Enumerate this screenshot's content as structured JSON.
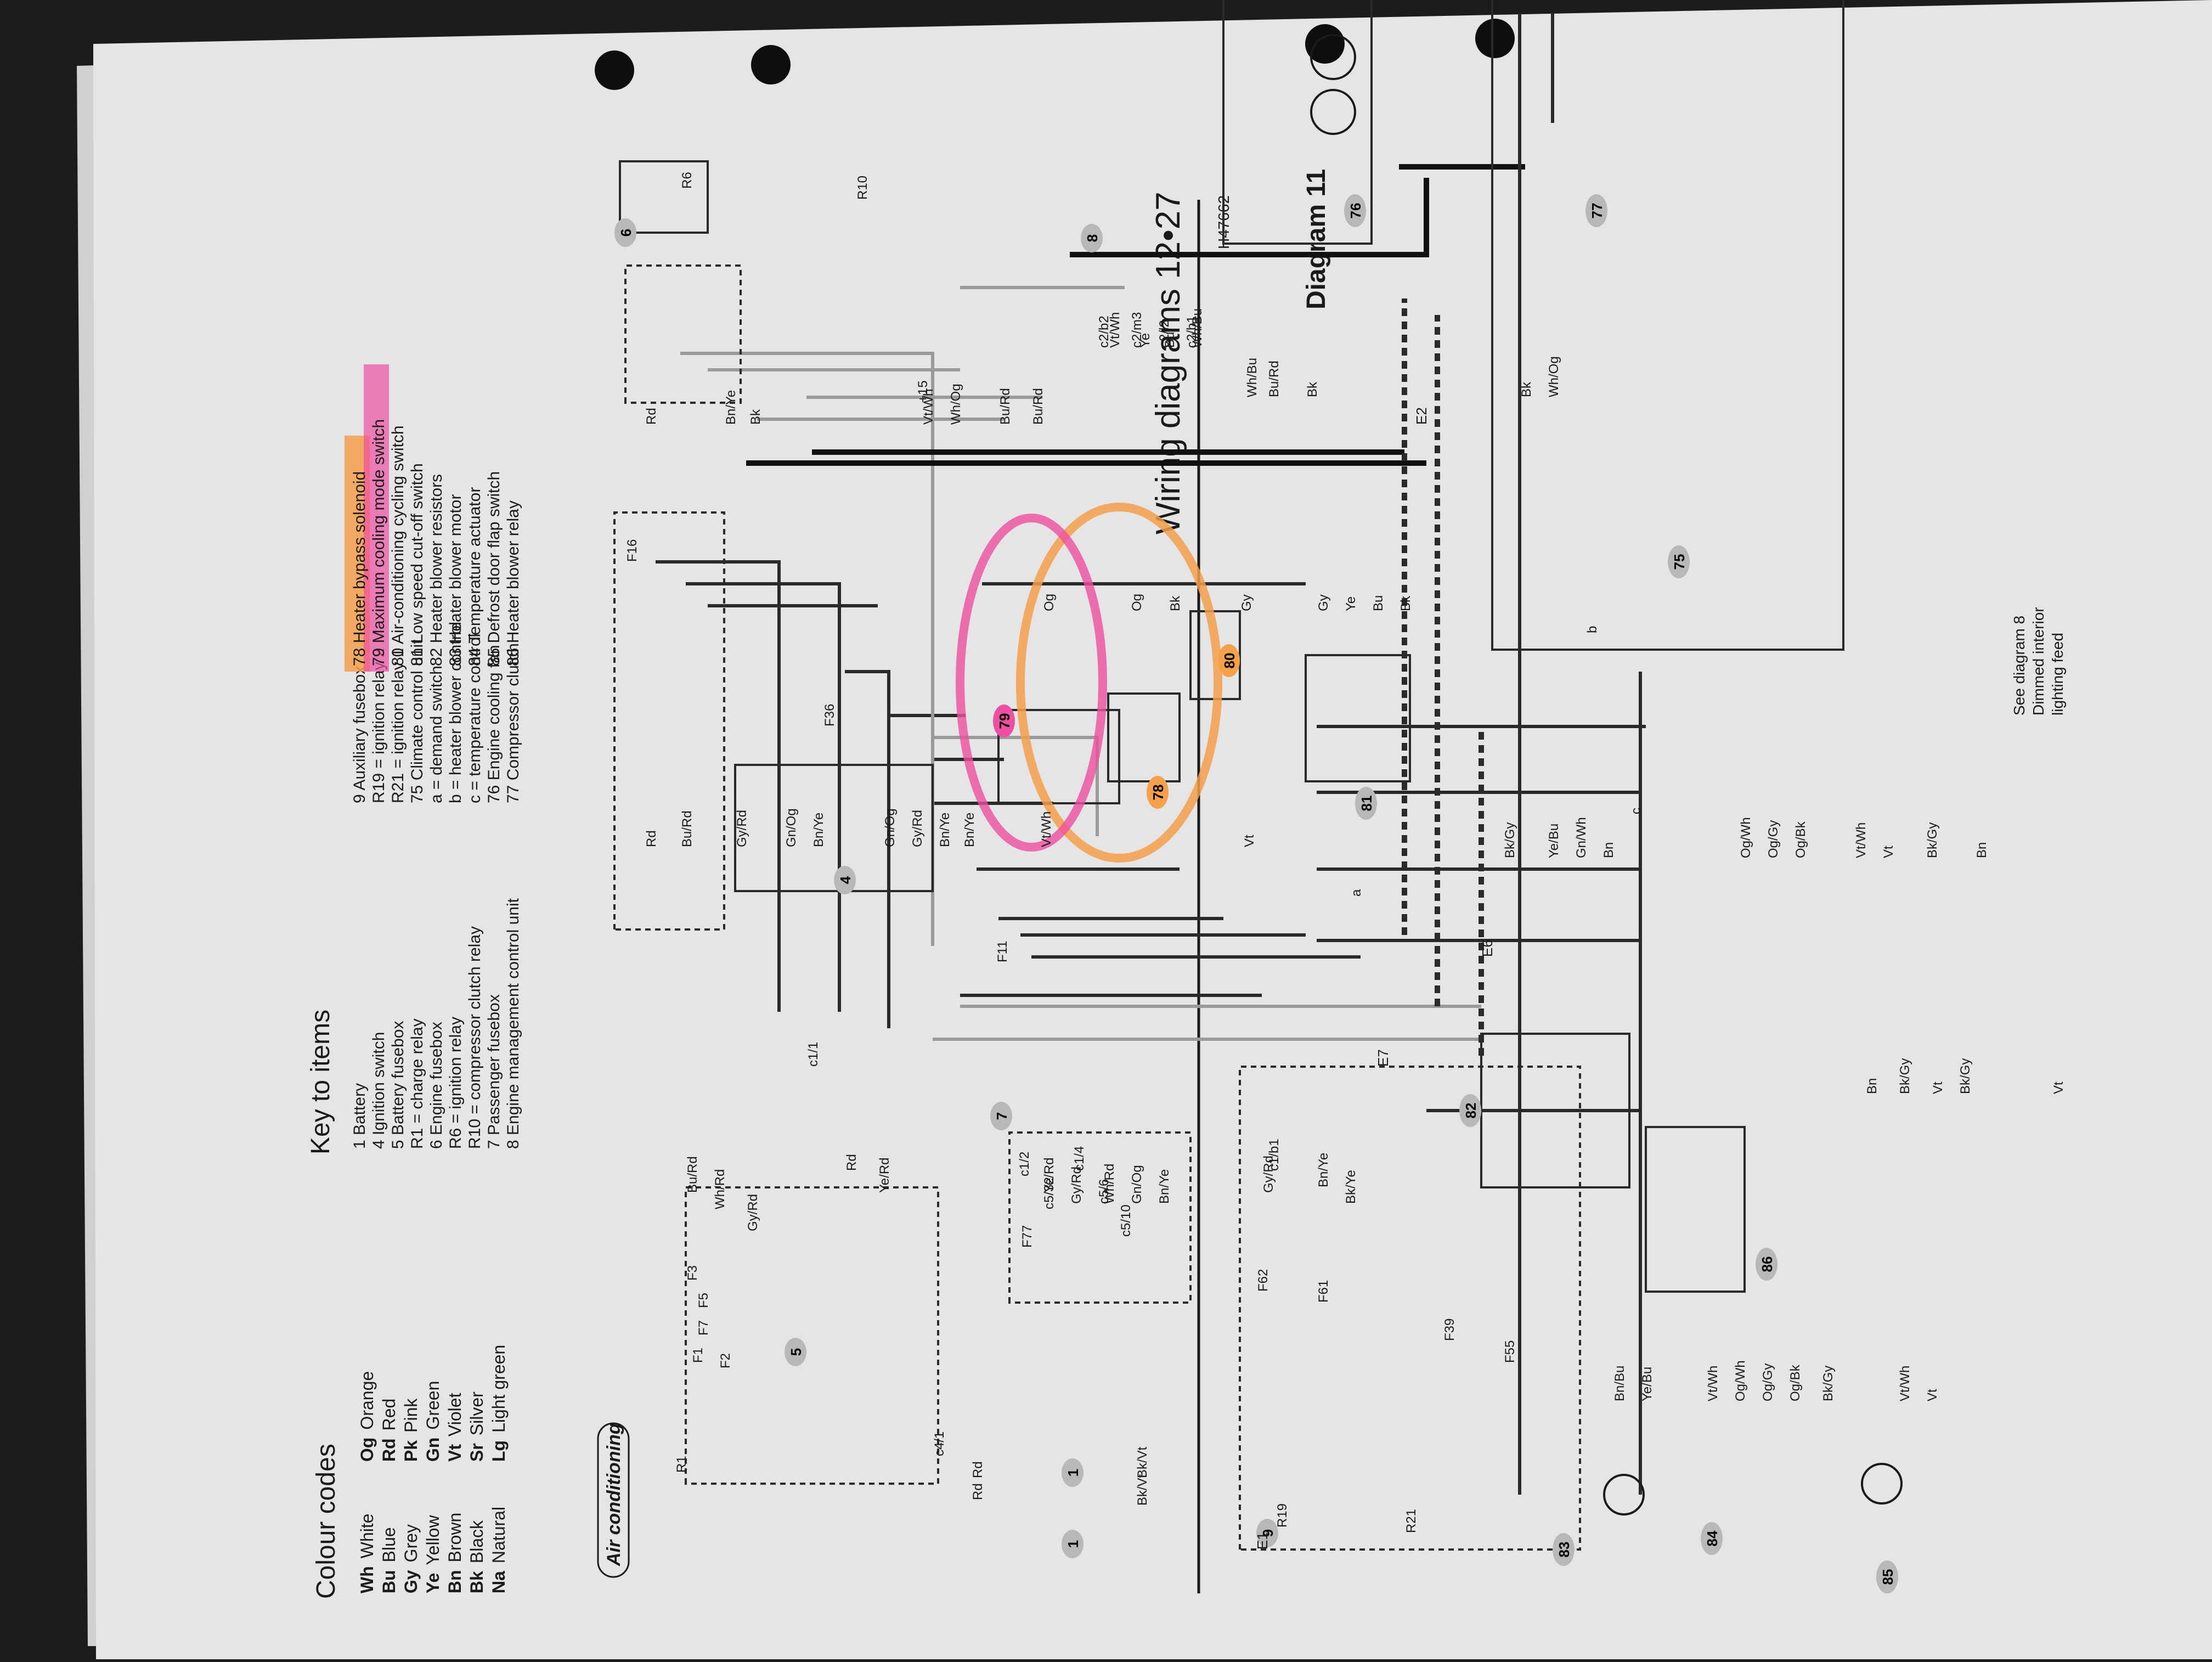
{
  "header": {
    "title": "Wiring diagrams 12•27",
    "diagram": "Diagram 11",
    "ref": "H47662",
    "section": "Air conditioning"
  },
  "colour_codes": {
    "title": "Colour codes",
    "items": [
      {
        "code": "Wh",
        "name": "White"
      },
      {
        "code": "Bu",
        "name": "Blue"
      },
      {
        "code": "Gy",
        "name": "Grey"
      },
      {
        "code": "Ye",
        "name": "Yellow"
      },
      {
        "code": "Bn",
        "name": "Brown"
      },
      {
        "code": "Bk",
        "name": "Black"
      },
      {
        "code": "Na",
        "name": "Natural"
      },
      {
        "code": "Og",
        "name": "Orange"
      },
      {
        "code": "Rd",
        "name": "Red"
      },
      {
        "code": "Pk",
        "name": "Pink"
      },
      {
        "code": "Gn",
        "name": "Green"
      },
      {
        "code": "Vt",
        "name": "Violet"
      },
      {
        "code": "Sr",
        "name": "Silver"
      },
      {
        "code": "Lg",
        "name": "Light green"
      }
    ]
  },
  "key": {
    "title": "Key to items",
    "columns": [
      [
        "1  Battery",
        "4  Ignition switch",
        "5  Battery fusebox",
        "     R1  =  charge relay",
        "6  Engine fusebox",
        "     R6  =  ignition relay",
        "     R10 =  compressor clutch relay",
        "7  Passenger fusebox",
        "8  Engine management control unit"
      ],
      [
        "9  Auxiliary fusebox",
        "     R19 =  ignition relay 2",
        "     R21 =  ignition relay 1",
        "75 Climate control unit",
        "     a  =  demand switch",
        "     b  =  heater blower control",
        "     c  =  temperature control",
        "76 Engine cooling fan",
        "77 Compressor clutch"
      ],
      [
        "78 Heater bypass solenoid",
        "79 Maximum cooling mode switch",
        "80 Air-conditioning cycling switch",
        "81 Low speed cut-off switch",
        "82 Heater blower resistors",
        "83 Heater blower motor",
        "84 Temperature actuator",
        "85 Defrost door flap switch",
        "86 Heater blower relay"
      ]
    ]
  },
  "components": {
    "n1": "1",
    "n4": "4",
    "n5": "5",
    "n6": "6",
    "n7": "7",
    "n8": "8",
    "n9": "9",
    "n75": "75",
    "n76": "76",
    "n77": "77",
    "n78": "78",
    "n79": "79",
    "n80": "80",
    "n81": "81",
    "n82": "82",
    "n83": "83",
    "n84": "84",
    "n85": "85",
    "n86": "86",
    "earths": [
      "E1",
      "E2",
      "E6",
      "E7"
    ],
    "fuses": [
      "F1",
      "F2",
      "F3",
      "F5",
      "F7",
      "F11",
      "F16",
      "F36",
      "F39",
      "F55",
      "F61",
      "F62",
      "F77"
    ],
    "relays": [
      "R1",
      "R6",
      "R10",
      "R19",
      "R21"
    ],
    "sub": [
      "a",
      "b",
      "c"
    ],
    "connectors": [
      "c1/1",
      "c4/1",
      "c1/2",
      "c5/32",
      "c1/4",
      "c5/6",
      "c5/10",
      "c1/b1",
      "c2/b2",
      "c2/m3",
      "c2/l2",
      "c2/b1",
      "+15"
    ]
  },
  "wires": {
    "left_bank": [
      "Bu/Rd",
      "Wh/Rd",
      "Gy/Rd",
      "Rd",
      "Ye/Rd",
      "Ye/Rd",
      "Gy/Rd",
      "Wh/Rd",
      "Gn/Og",
      "Bn/Ye",
      "Gy/Rd",
      "Bn/Ye",
      "Bk/Ye"
    ],
    "battery": [
      "Rd",
      "Bk/Vt",
      "Rd",
      "Bk/Vt"
    ],
    "mid": [
      "Rd",
      "Bu/Rd",
      "Gy/Rd",
      "Gn/Og",
      "Bn/Ye",
      "Gn/Og",
      "Gy/Rd",
      "Bn/Ye",
      "Bn/Ye",
      "Vt/Wh",
      "Vt"
    ],
    "fan": [
      "Rd",
      "Bn/Ye",
      "Bk",
      "Vt/Wh",
      "Wh/Og",
      "Bu/Rd",
      "Bu/Rd",
      "Vt/Wh",
      "Ye",
      "Bu",
      "Wh/Bu",
      "Wh/Bu",
      "Bu/Rd",
      "Bk",
      "Bk",
      "Wh/Og"
    ],
    "switches": [
      "Og",
      "Og",
      "Bk",
      "Gy",
      "Gy",
      "Ye",
      "Bu",
      "Bk"
    ],
    "ccu": [
      "Bk/Gy",
      "Ye/Bu",
      "Gn/Wh",
      "Bn",
      "Og/Wh",
      "Og/Gy",
      "Og/Bk",
      "Vt/Wh",
      "Vt",
      "Bk/Gy",
      "Bn"
    ],
    "lower": [
      "Bn/Bu",
      "Ye/Bu",
      "Vt/Wh",
      "Og/Wh",
      "Og/Gy",
      "Og/Bk",
      "Bk/Gy",
      "Vt/Wh",
      "Vt",
      "Bn",
      "Bk/Gy",
      "Vt",
      "Bk/Gy",
      "Vt"
    ]
  },
  "notes": {
    "see_diagram": [
      "See diagram 8",
      "Dimmed interior",
      "lighting feed"
    ]
  },
  "colors": {
    "paper": "#e4e5e7",
    "ink": "#1a1a1a",
    "highlight_orange": "#f5a04a",
    "highlight_pink": "#ee4fa0",
    "grey_wire": "#9a9a9a"
  }
}
